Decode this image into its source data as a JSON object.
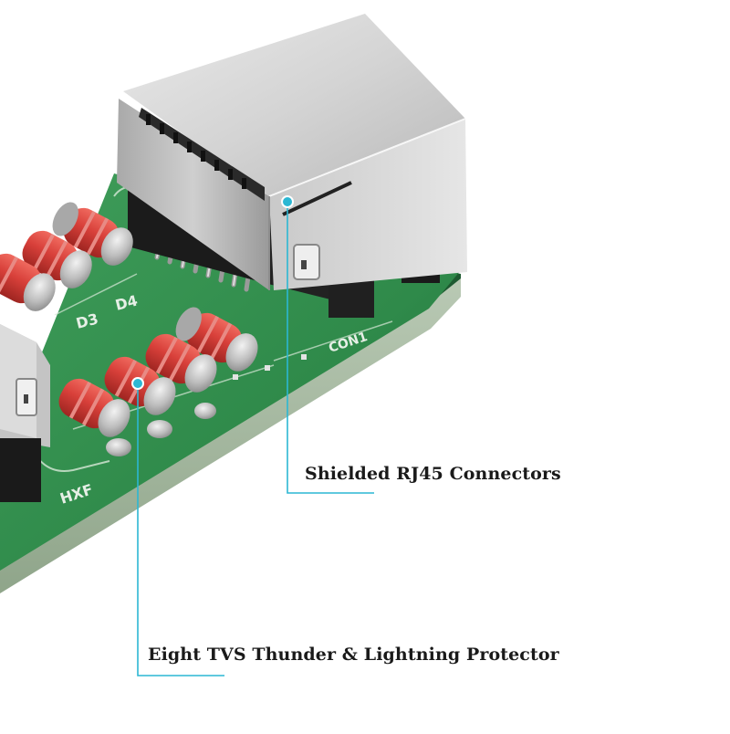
{
  "callouts": {
    "rj45": {
      "text": "Shielded RJ45 Connectors"
    },
    "tvs": {
      "text": "Eight TVS Thunder & Lightning Protector"
    }
  },
  "board_marks": {
    "d3": "D3",
    "d4": "D4",
    "con1": "CON1",
    "hxf": "HXF"
  },
  "colors": {
    "accent": "#2cb7d3",
    "pcb_green": "#2f8a4a",
    "tvs_red": "#d8403a",
    "metal": "#c7c7c7"
  }
}
